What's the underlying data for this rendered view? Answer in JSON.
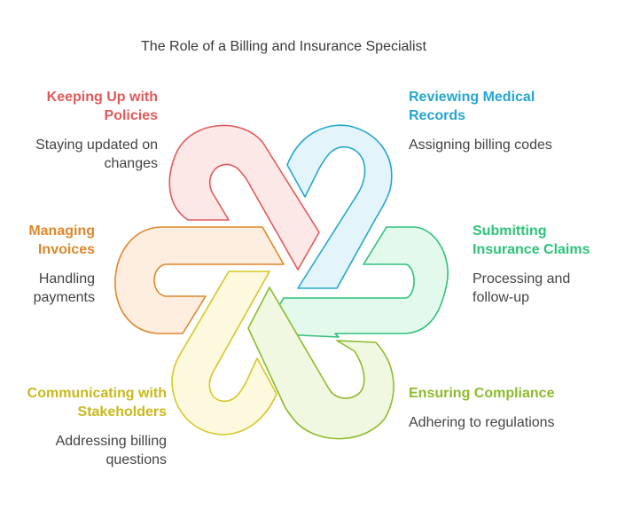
{
  "title": "The Role of a Billing and Insurance Specialist",
  "items": [
    {
      "heading": "Keeping Up with Policies",
      "description": "Staying updated on changes",
      "color": "#e05a5a",
      "fill": "#fde8e8"
    },
    {
      "heading": "Reviewing Medical Records",
      "description": "Assigning billing codes",
      "color": "#26a6cf",
      "fill": "#e3f5fb"
    },
    {
      "heading": "Submitting Insurance Claims",
      "description": "Processing and follow-up",
      "color": "#2fc27a",
      "fill": "#e3f9ec"
    },
    {
      "heading": "Ensuring Compliance",
      "description": "Adhering to regulations",
      "color": "#8dbb2c",
      "fill": "#f1f8e1"
    },
    {
      "heading": "Communicating with Stakeholders",
      "description": "Addressing billing questions",
      "color": "#d6c725",
      "fill": "#fcf9df"
    },
    {
      "heading": "Managing Invoices",
      "description": "Handling payments",
      "color": "#e0862a",
      "fill": "#fdeee0"
    }
  ]
}
